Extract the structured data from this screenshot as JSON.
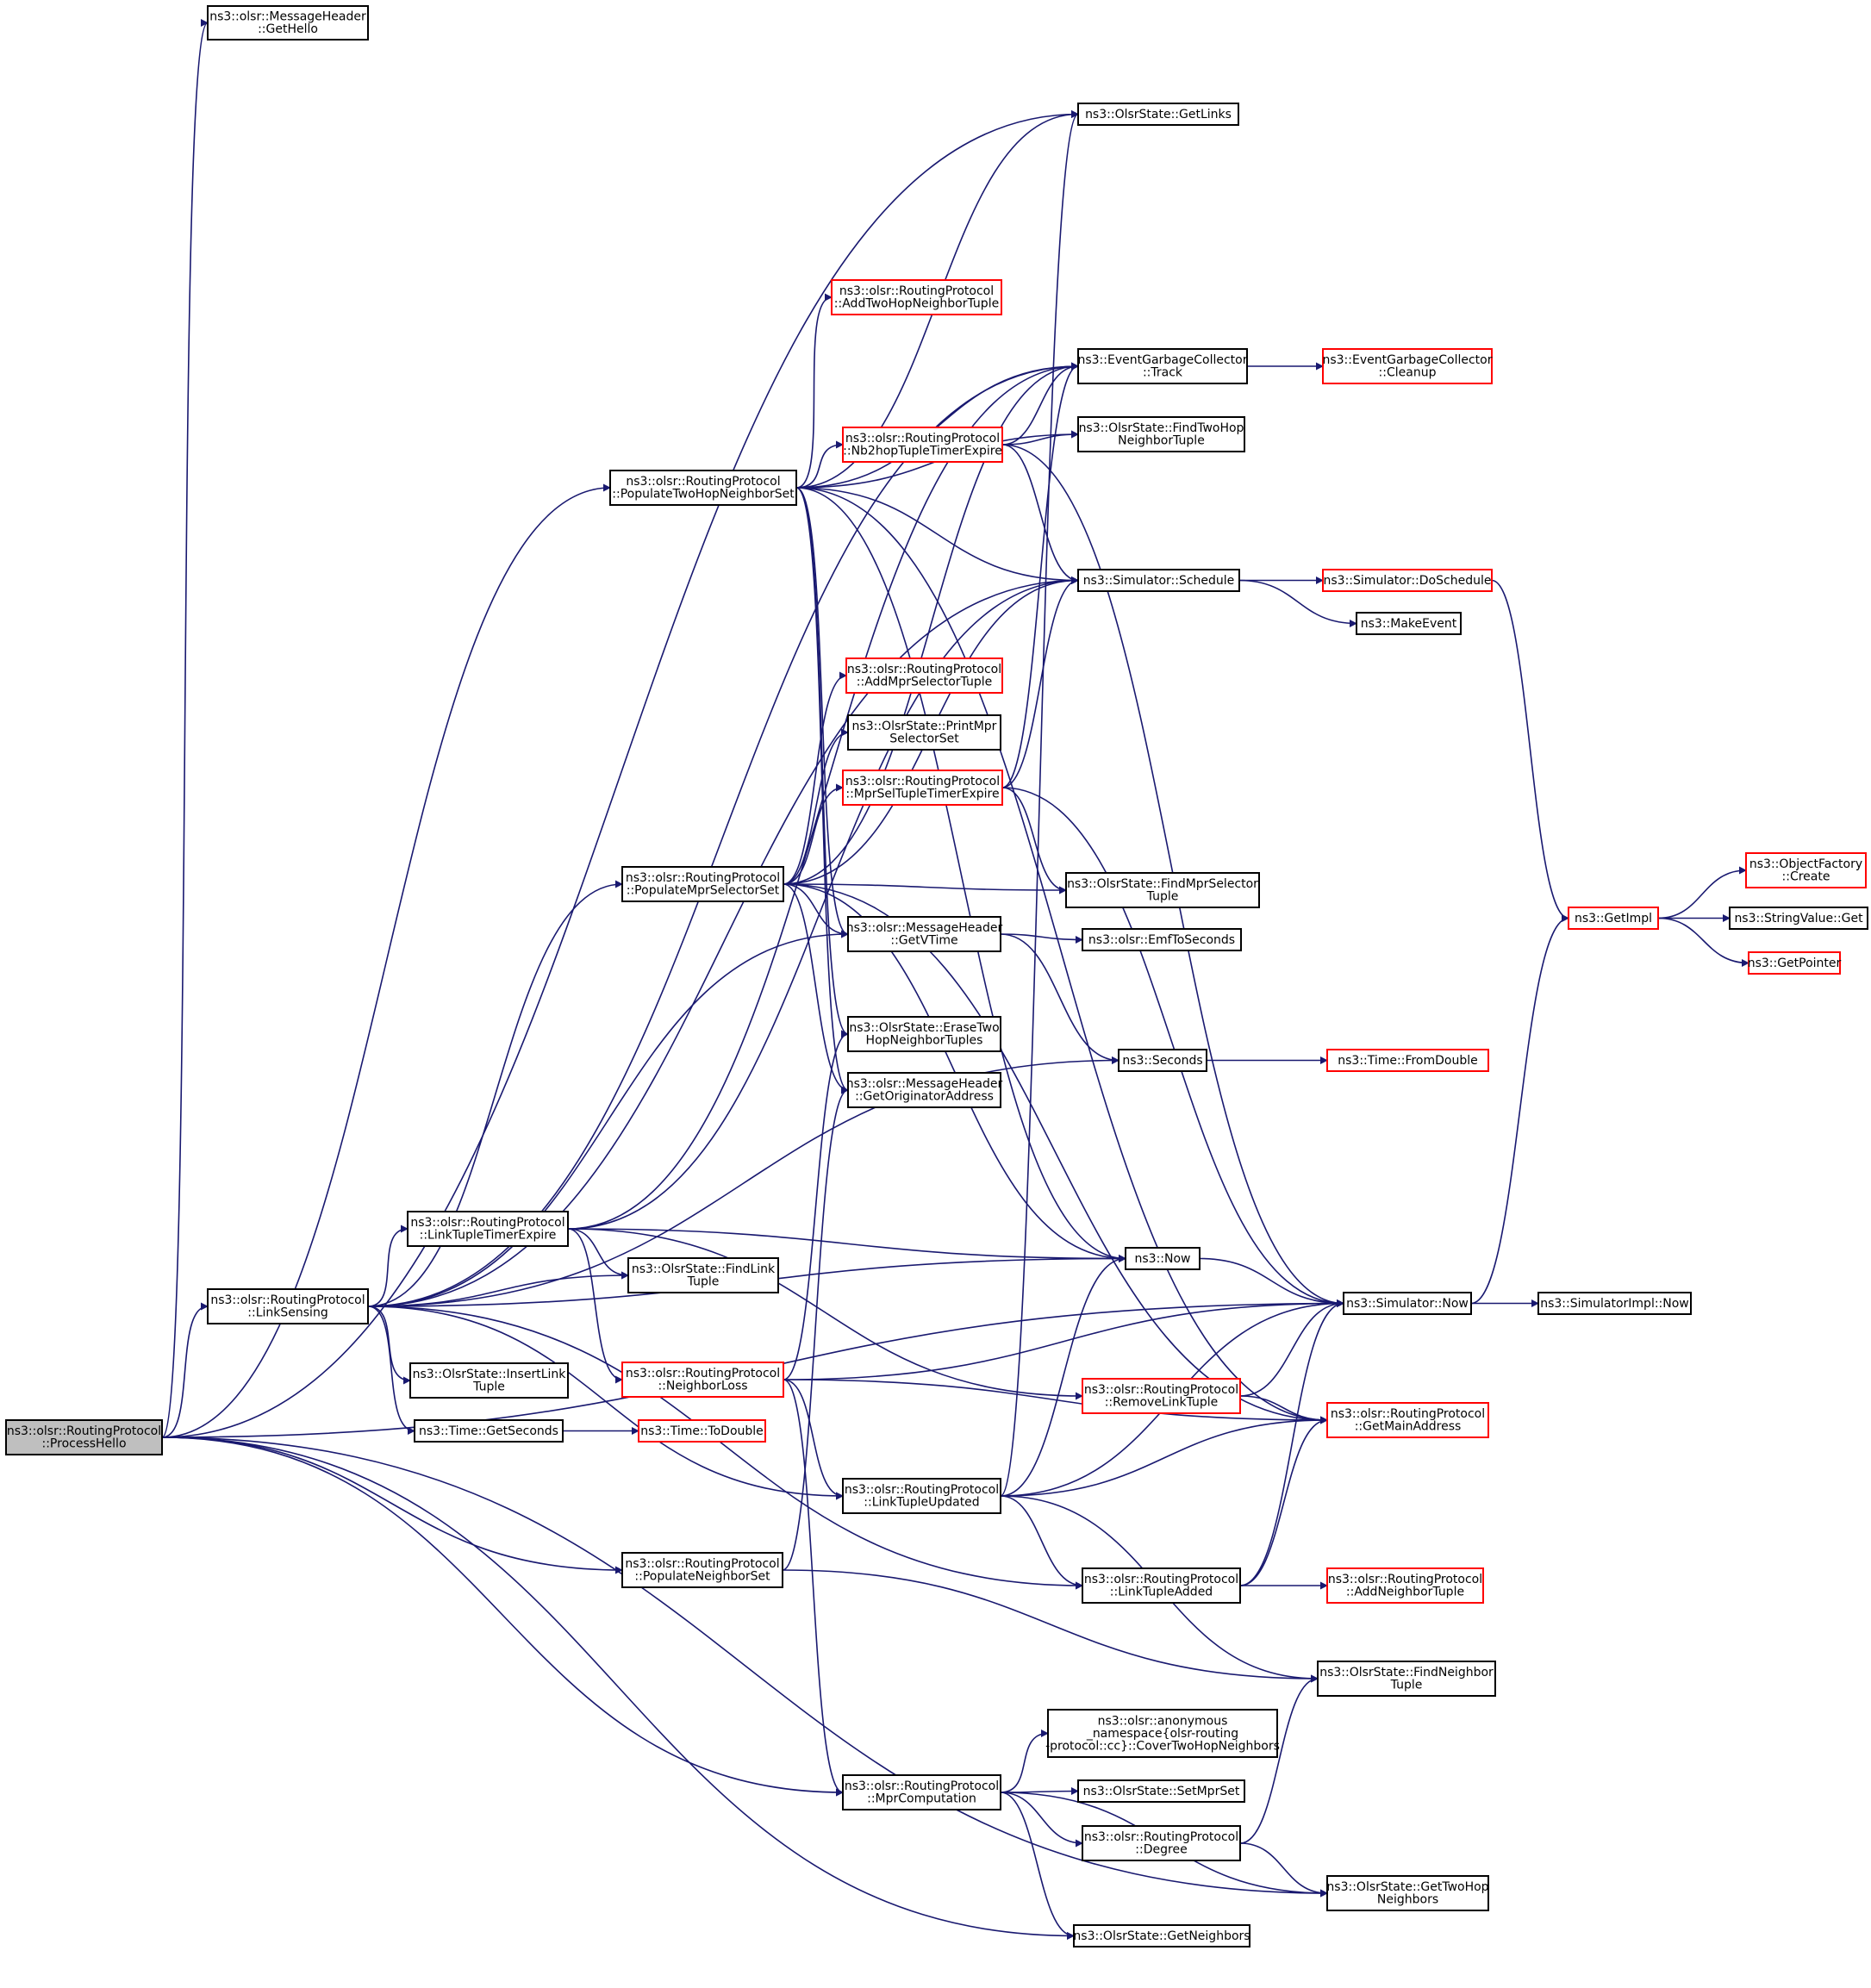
{
  "colors": {
    "edge": "#191970",
    "border_normal": "#000000",
    "border_truncated": "#ff0000",
    "fill_normal": "#ffffff",
    "fill_root": "#bfbfbf"
  },
  "nodes": [
    {
      "id": "processHello",
      "kind": "root",
      "lines": [
        "ns3::olsr::RoutingProtocol",
        "::ProcessHello"
      ]
    },
    {
      "id": "getHello",
      "kind": "normal",
      "lines": [
        "ns3::olsr::MessageHeader",
        "::GetHello"
      ]
    },
    {
      "id": "getLinks",
      "kind": "normal",
      "lines": [
        "ns3::OlsrState::GetLinks"
      ]
    },
    {
      "id": "addTwoHop",
      "kind": "truncated",
      "lines": [
        "ns3::olsr::RoutingProtocol",
        "::AddTwoHopNeighborTuple"
      ]
    },
    {
      "id": "egcTrack",
      "kind": "normal",
      "lines": [
        "ns3::EventGarbageCollector",
        "::Track"
      ]
    },
    {
      "id": "egcCleanup",
      "kind": "truncated",
      "lines": [
        "ns3::EventGarbageCollector",
        "::Cleanup"
      ]
    },
    {
      "id": "nb2hop",
      "kind": "truncated",
      "lines": [
        "ns3::olsr::RoutingProtocol",
        "::Nb2hopTupleTimerExpire"
      ]
    },
    {
      "id": "findTwoHop",
      "kind": "normal",
      "lines": [
        "ns3::OlsrState::FindTwoHop",
        "NeighborTuple"
      ]
    },
    {
      "id": "populateTwoHop",
      "kind": "normal",
      "lines": [
        "ns3::olsr::RoutingProtocol",
        "::PopulateTwoHopNeighborSet"
      ]
    },
    {
      "id": "schedule",
      "kind": "normal",
      "lines": [
        "ns3::Simulator::Schedule"
      ]
    },
    {
      "id": "doSchedule",
      "kind": "truncated",
      "lines": [
        "ns3::Simulator::DoSchedule"
      ]
    },
    {
      "id": "makeEvent",
      "kind": "normal",
      "lines": [
        "ns3::MakeEvent"
      ]
    },
    {
      "id": "addMprSel",
      "kind": "truncated",
      "lines": [
        "ns3::olsr::RoutingProtocol",
        "::AddMprSelectorTuple"
      ]
    },
    {
      "id": "printMpr",
      "kind": "normal",
      "lines": [
        "ns3::OlsrState::PrintMpr",
        "SelectorSet"
      ]
    },
    {
      "id": "mprSelExpire",
      "kind": "truncated",
      "lines": [
        "ns3::olsr::RoutingProtocol",
        "::MprSelTupleTimerExpire"
      ]
    },
    {
      "id": "populateMprSel",
      "kind": "normal",
      "lines": [
        "ns3::olsr::RoutingProtocol",
        "::PopulateMprSelectorSet"
      ]
    },
    {
      "id": "findMprSel",
      "kind": "normal",
      "lines": [
        "ns3::OlsrState::FindMprSelector",
        "Tuple"
      ]
    },
    {
      "id": "getVTime",
      "kind": "normal",
      "lines": [
        "ns3::olsr::MessageHeader",
        "::GetVTime"
      ]
    },
    {
      "id": "emfToSeconds",
      "kind": "normal",
      "lines": [
        "ns3::olsr::EmfToSeconds"
      ]
    },
    {
      "id": "objectFactory",
      "kind": "truncated",
      "lines": [
        "ns3::ObjectFactory",
        "::Create"
      ]
    },
    {
      "id": "getImpl",
      "kind": "truncated",
      "lines": [
        "ns3::GetImpl"
      ]
    },
    {
      "id": "stringValueGet",
      "kind": "normal",
      "lines": [
        "ns3::StringValue::Get"
      ]
    },
    {
      "id": "getPointer",
      "kind": "truncated",
      "lines": [
        "ns3::GetPointer"
      ]
    },
    {
      "id": "eraseTwoHop",
      "kind": "normal",
      "lines": [
        "ns3::OlsrState::EraseTwo",
        "HopNeighborTuples"
      ]
    },
    {
      "id": "seconds",
      "kind": "normal",
      "lines": [
        "ns3::Seconds"
      ]
    },
    {
      "id": "fromDouble",
      "kind": "truncated",
      "lines": [
        "ns3::Time::FromDouble"
      ]
    },
    {
      "id": "getOriginator",
      "kind": "normal",
      "lines": [
        "ns3::olsr::MessageHeader",
        "::GetOriginatorAddress"
      ]
    },
    {
      "id": "linkTupleExpire",
      "kind": "normal",
      "lines": [
        "ns3::olsr::RoutingProtocol",
        "::LinkTupleTimerExpire"
      ]
    },
    {
      "id": "now",
      "kind": "normal",
      "lines": [
        "ns3::Now"
      ]
    },
    {
      "id": "findLinkTuple",
      "kind": "normal",
      "lines": [
        "ns3::OlsrState::FindLink",
        "Tuple"
      ]
    },
    {
      "id": "linkSensing",
      "kind": "normal",
      "lines": [
        "ns3::olsr::RoutingProtocol",
        "::LinkSensing"
      ]
    },
    {
      "id": "simNow",
      "kind": "normal",
      "lines": [
        "ns3::Simulator::Now"
      ]
    },
    {
      "id": "simImplNow",
      "kind": "normal",
      "lines": [
        "ns3::SimulatorImpl::Now"
      ]
    },
    {
      "id": "insertLinkTuple",
      "kind": "normal",
      "lines": [
        "ns3::OlsrState::InsertLink",
        "Tuple"
      ]
    },
    {
      "id": "neighborLoss",
      "kind": "truncated",
      "lines": [
        "ns3::olsr::RoutingProtocol",
        "::NeighborLoss"
      ]
    },
    {
      "id": "removeLinkTuple",
      "kind": "truncated",
      "lines": [
        "ns3::olsr::RoutingProtocol",
        "::RemoveLinkTuple"
      ]
    },
    {
      "id": "getMainAddress",
      "kind": "truncated",
      "lines": [
        "ns3::olsr::RoutingProtocol",
        "::GetMainAddress"
      ]
    },
    {
      "id": "timeGetSeconds",
      "kind": "normal",
      "lines": [
        "ns3::Time::GetSeconds"
      ]
    },
    {
      "id": "toDouble",
      "kind": "truncated",
      "lines": [
        "ns3::Time::ToDouble"
      ]
    },
    {
      "id": "linkTupleUpdated",
      "kind": "normal",
      "lines": [
        "ns3::olsr::RoutingProtocol",
        "::LinkTupleUpdated"
      ]
    },
    {
      "id": "populateNeighbor",
      "kind": "normal",
      "lines": [
        "ns3::olsr::RoutingProtocol",
        "::PopulateNeighborSet"
      ]
    },
    {
      "id": "linkTupleAdded",
      "kind": "normal",
      "lines": [
        "ns3::olsr::RoutingProtocol",
        "::LinkTupleAdded"
      ]
    },
    {
      "id": "addNeighborTuple",
      "kind": "truncated",
      "lines": [
        "ns3::olsr::RoutingProtocol",
        "::AddNeighborTuple"
      ]
    },
    {
      "id": "findNeighborTuple",
      "kind": "normal",
      "lines": [
        "ns3::OlsrState::FindNeighbor",
        "Tuple"
      ]
    },
    {
      "id": "coverTwoHop",
      "kind": "normal",
      "lines": [
        "ns3::olsr::anonymous",
        "_namespace{olsr-routing",
        "-protocol::cc}::CoverTwoHopNeighbors"
      ]
    },
    {
      "id": "mprComputation",
      "kind": "normal",
      "lines": [
        "ns3::olsr::RoutingProtocol",
        "::MprComputation"
      ]
    },
    {
      "id": "setMprSet",
      "kind": "normal",
      "lines": [
        "ns3::OlsrState::SetMprSet"
      ]
    },
    {
      "id": "degree",
      "kind": "normal",
      "lines": [
        "ns3::olsr::RoutingProtocol",
        "::Degree"
      ]
    },
    {
      "id": "getTwoHopNeighbors",
      "kind": "normal",
      "lines": [
        "ns3::OlsrState::GetTwoHop",
        "Neighbors"
      ]
    },
    {
      "id": "getNeighbors",
      "kind": "normal",
      "lines": [
        "ns3::OlsrState::GetNeighbors"
      ]
    }
  ],
  "edges": [
    [
      "processHello",
      "getHello"
    ],
    [
      "processHello",
      "getLinks"
    ],
    [
      "processHello",
      "populateTwoHop"
    ],
    [
      "processHello",
      "linkSensing"
    ],
    [
      "processHello",
      "populateNeighbor"
    ],
    [
      "processHello",
      "simNow"
    ],
    [
      "processHello",
      "mprComputation"
    ],
    [
      "processHello",
      "getNeighbors"
    ],
    [
      "processHello",
      "getTwoHopNeighbors"
    ],
    [
      "populateTwoHop",
      "getLinks"
    ],
    [
      "populateTwoHop",
      "addTwoHop"
    ],
    [
      "populateTwoHop",
      "egcTrack"
    ],
    [
      "populateTwoHop",
      "nb2hop"
    ],
    [
      "populateTwoHop",
      "findTwoHop"
    ],
    [
      "populateTwoHop",
      "schedule"
    ],
    [
      "populateTwoHop",
      "getVTime"
    ],
    [
      "populateTwoHop",
      "eraseTwoHop"
    ],
    [
      "populateTwoHop",
      "getOriginator"
    ],
    [
      "populateTwoHop",
      "now"
    ],
    [
      "populateTwoHop",
      "getMainAddress"
    ],
    [
      "egcTrack",
      "egcCleanup"
    ],
    [
      "nb2hop",
      "egcTrack"
    ],
    [
      "nb2hop",
      "findTwoHop"
    ],
    [
      "nb2hop",
      "schedule"
    ],
    [
      "nb2hop",
      "simNow"
    ],
    [
      "schedule",
      "doSchedule"
    ],
    [
      "schedule",
      "makeEvent"
    ],
    [
      "doSchedule",
      "getImpl"
    ],
    [
      "populateMprSel",
      "egcTrack"
    ],
    [
      "populateMprSel",
      "schedule"
    ],
    [
      "populateMprSel",
      "addMprSel"
    ],
    [
      "populateMprSel",
      "printMpr"
    ],
    [
      "populateMprSel",
      "mprSelExpire"
    ],
    [
      "populateMprSel",
      "findMprSel"
    ],
    [
      "populateMprSel",
      "getVTime"
    ],
    [
      "populateMprSel",
      "getOriginator"
    ],
    [
      "populateMprSel",
      "now"
    ],
    [
      "populateMprSel",
      "getMainAddress"
    ],
    [
      "mprSelExpire",
      "egcTrack"
    ],
    [
      "mprSelExpire",
      "schedule"
    ],
    [
      "mprSelExpire",
      "findMprSel"
    ],
    [
      "mprSelExpire",
      "simNow"
    ],
    [
      "getVTime",
      "emfToSeconds"
    ],
    [
      "getVTime",
      "seconds"
    ],
    [
      "getImpl",
      "objectFactory"
    ],
    [
      "getImpl",
      "stringValueGet"
    ],
    [
      "getImpl",
      "getPointer"
    ],
    [
      "seconds",
      "fromDouble"
    ],
    [
      "linkSensing",
      "egcTrack"
    ],
    [
      "linkSensing",
      "schedule"
    ],
    [
      "linkSensing",
      "populateMprSel"
    ],
    [
      "linkSensing",
      "getVTime"
    ],
    [
      "linkSensing",
      "seconds"
    ],
    [
      "linkSensing",
      "linkTupleExpire"
    ],
    [
      "linkSensing",
      "findLinkTuple"
    ],
    [
      "linkSensing",
      "now"
    ],
    [
      "linkSensing",
      "insertLinkTuple"
    ],
    [
      "linkSensing",
      "timeGetSeconds"
    ],
    [
      "linkSensing",
      "linkTupleUpdated"
    ],
    [
      "linkSensing",
      "linkTupleAdded"
    ],
    [
      "linkTupleExpire",
      "egcTrack"
    ],
    [
      "linkTupleExpire",
      "schedule"
    ],
    [
      "linkTupleExpire",
      "findLinkTuple"
    ],
    [
      "linkTupleExpire",
      "now"
    ],
    [
      "linkTupleExpire",
      "neighborLoss"
    ],
    [
      "linkTupleExpire",
      "removeLinkTuple"
    ],
    [
      "now",
      "simNow"
    ],
    [
      "simNow",
      "simImplNow"
    ],
    [
      "simNow",
      "getImpl"
    ],
    [
      "neighborLoss",
      "eraseTwoHop"
    ],
    [
      "neighborLoss",
      "simNow"
    ],
    [
      "neighborLoss",
      "getMainAddress"
    ],
    [
      "neighborLoss",
      "linkTupleUpdated"
    ],
    [
      "neighborLoss",
      "mprComputation"
    ],
    [
      "removeLinkTuple",
      "simNow"
    ],
    [
      "removeLinkTuple",
      "getMainAddress"
    ],
    [
      "timeGetSeconds",
      "toDouble"
    ],
    [
      "linkTupleUpdated",
      "getLinks"
    ],
    [
      "linkTupleUpdated",
      "now"
    ],
    [
      "linkTupleUpdated",
      "simNow"
    ],
    [
      "linkTupleUpdated",
      "getMainAddress"
    ],
    [
      "linkTupleUpdated",
      "linkTupleAdded"
    ],
    [
      "linkTupleUpdated",
      "findNeighborTuple"
    ],
    [
      "populateNeighbor",
      "getOriginator"
    ],
    [
      "populateNeighbor",
      "findNeighborTuple"
    ],
    [
      "linkTupleAdded",
      "simNow"
    ],
    [
      "linkTupleAdded",
      "getMainAddress"
    ],
    [
      "linkTupleAdded",
      "addNeighborTuple"
    ],
    [
      "mprComputation",
      "coverTwoHop"
    ],
    [
      "mprComputation",
      "setMprSet"
    ],
    [
      "mprComputation",
      "degree"
    ],
    [
      "mprComputation",
      "getTwoHopNeighbors"
    ],
    [
      "mprComputation",
      "getNeighbors"
    ],
    [
      "degree",
      "findNeighborTuple"
    ],
    [
      "degree",
      "getTwoHopNeighbors"
    ]
  ]
}
